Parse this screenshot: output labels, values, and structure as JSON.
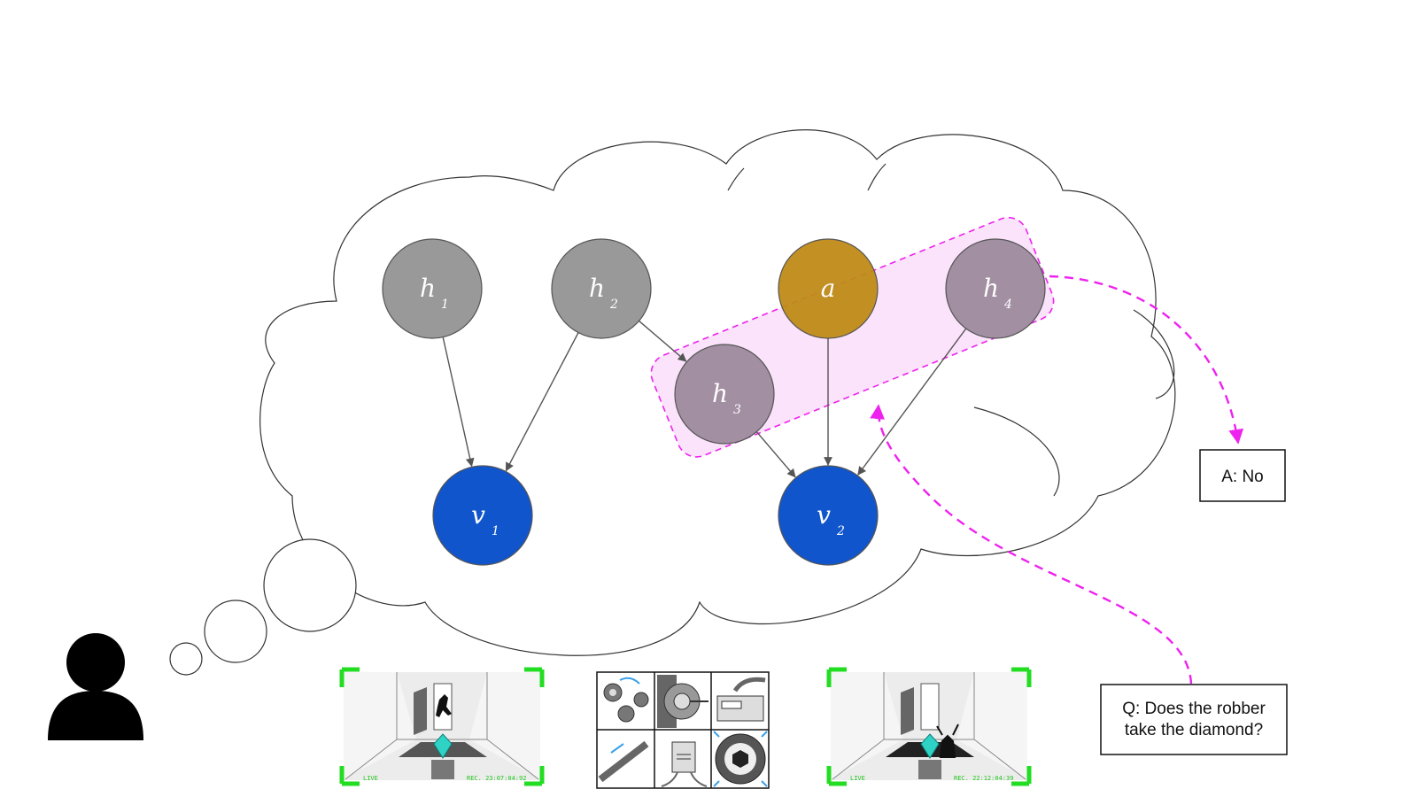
{
  "nodes": [
    {
      "id": "h1",
      "base": "h",
      "sub": "1",
      "color": "#999999"
    },
    {
      "id": "h2",
      "base": "h",
      "sub": "2",
      "color": "#999999"
    },
    {
      "id": "h3",
      "base": "h",
      "sub": "3",
      "color": "#a28fa2"
    },
    {
      "id": "a",
      "base": "a",
      "sub": "",
      "color": "#bf8a17"
    },
    {
      "id": "h4",
      "base": "h",
      "sub": "4",
      "color": "#a28fa2"
    },
    {
      "id": "v1",
      "base": "v",
      "sub": "1",
      "color": "#1155cc"
    },
    {
      "id": "v2",
      "base": "v",
      "sub": "2",
      "color": "#1155cc"
    }
  ],
  "edges": [
    {
      "from": "h1",
      "to": "v1"
    },
    {
      "from": "h2",
      "to": "v1"
    },
    {
      "from": "h2",
      "to": "h3"
    },
    {
      "from": "h3",
      "to": "v2"
    },
    {
      "from": "a",
      "to": "v2"
    },
    {
      "from": "h4",
      "to": "v2"
    }
  ],
  "answer_box": {
    "text": "A: No"
  },
  "question_box": {
    "line1": "Q: Does the robber",
    "line2": "take the diamond?"
  },
  "camera_left": {
    "live": "LIVE",
    "rec": "REC.  23:07:04:92"
  },
  "camera_right": {
    "live": "LIVE",
    "rec": "REC.  22:12:04:39"
  },
  "colors": {
    "edge": "#555555",
    "highlight_stroke": "#ee22ee",
    "highlight_fill": "#fbd9fb",
    "camera_frame": "#22dd22",
    "person": "#000000",
    "diamond": "#2ed3c6"
  },
  "icons": {
    "person": "person-icon",
    "machinery": "machinery-grid-icon"
  }
}
